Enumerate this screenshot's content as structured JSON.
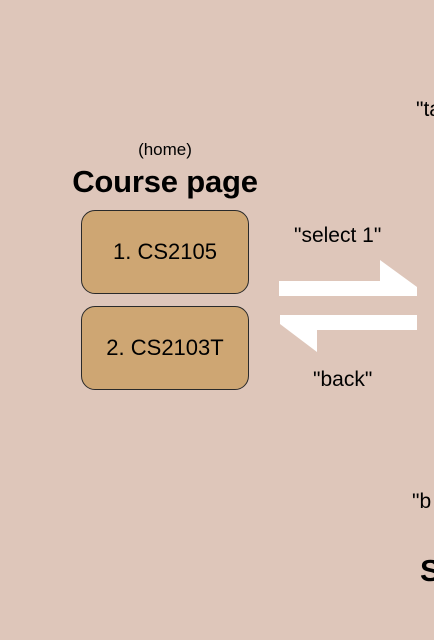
{
  "node": {
    "home_label": "(home)",
    "title": "Course page",
    "courses": [
      {
        "label": "1. CS2105"
      },
      {
        "label": "2. CS2103T"
      }
    ]
  },
  "edges": {
    "select": "\"select 1\"",
    "back": "\"back\""
  },
  "clipped_right": {
    "top_label": "\"ta",
    "middle_label": "\"b",
    "bottom_title": "S"
  },
  "colors": {
    "background": "#dec6ba",
    "button_fill": "#cea673",
    "arrow": "#ffffff"
  }
}
